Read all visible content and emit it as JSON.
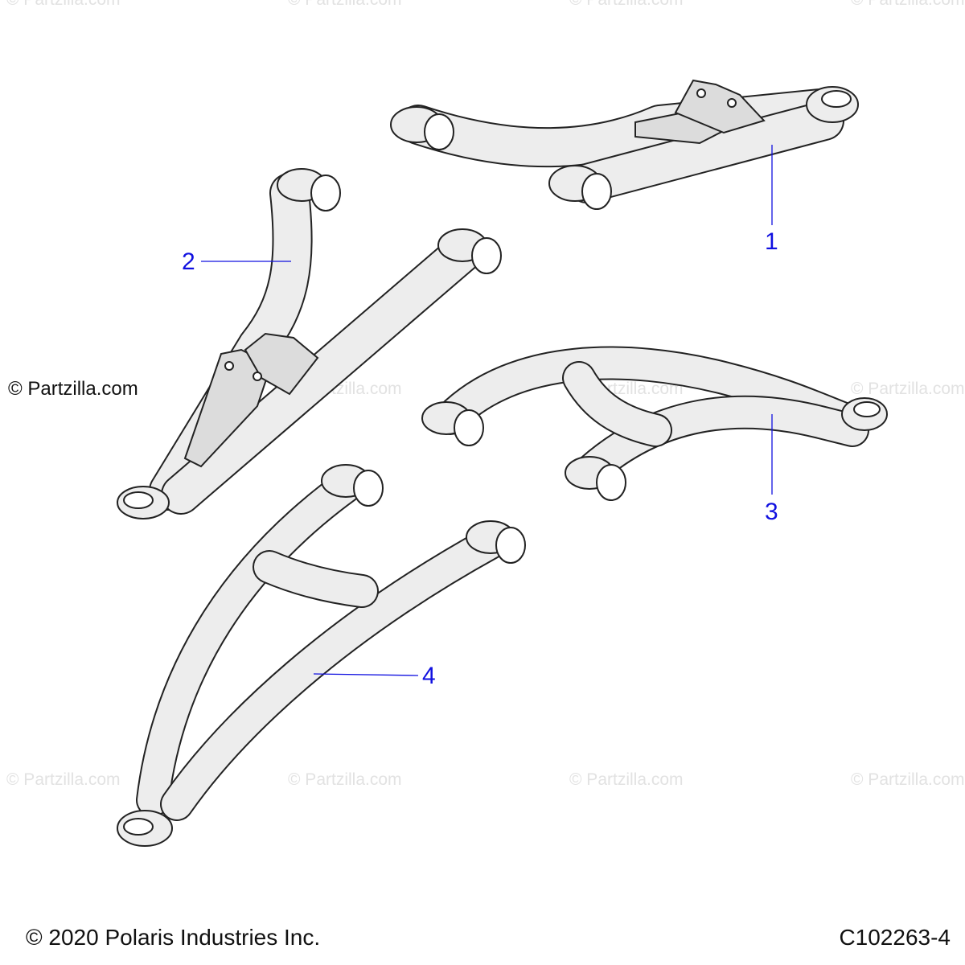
{
  "watermark": "© Partzilla.com",
  "site_credit": "© Partzilla.com",
  "copyright": "© 2020 Polaris Industries Inc.",
  "diagram_id": "C102263-4",
  "callouts": [
    {
      "label": "1"
    },
    {
      "label": "2"
    },
    {
      "label": "3"
    },
    {
      "label": "4"
    }
  ],
  "colors": {
    "callout": "#1010e0",
    "part_fill": "#ededed",
    "outline": "#222222",
    "watermark": "#e2e2e2"
  }
}
